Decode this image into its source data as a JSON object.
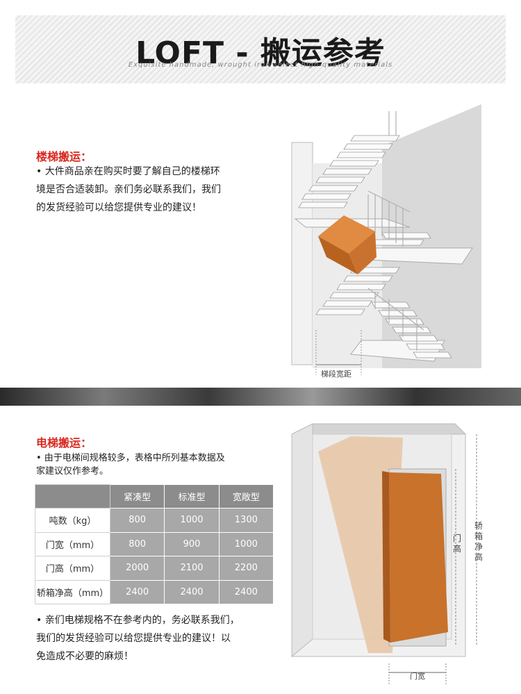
{
  "header": {
    "title": "LOFT - 搬运参考",
    "subtitle": "Exquisite handmade, wrought iron select high-quality materials"
  },
  "stairs": {
    "heading": "楼梯搬运：",
    "lines": [
      "• 大件商品亲在购买时要了解自己的楼梯环",
      "境是否合适装卸。亲们务必联系我们，我们",
      "的发货经验可以给您提供专业的建议！"
    ],
    "dimension_label": "梯段宽距"
  },
  "elevator": {
    "heading": "电梯搬运：",
    "intro": [
      "• 由于电梯间规格较多，表格中所列基本数据及",
      "家建议仅作参考。"
    ],
    "table": {
      "columns": [
        "紧凑型",
        "标准型",
        "宽敞型"
      ],
      "rows": [
        {
          "label": "吨数（kg）",
          "values": [
            "800",
            "1000",
            "1300"
          ]
        },
        {
          "label": "门宽（mm）",
          "values": [
            "800",
            "900",
            "1000"
          ]
        },
        {
          "label": "门高（mm）",
          "values": [
            "2000",
            "2100",
            "2200"
          ]
        },
        {
          "label": "轿箱净高（mm）",
          "values": [
            "2400",
            "2400",
            "2400"
          ]
        }
      ]
    },
    "note": [
      "• 亲们电梯规格不在参考内的，务必联系我们，",
      "我们的发货经验可以给您提供专业的建议！以",
      "免造成不必要的麻烦！"
    ],
    "labels": {
      "door_height": "门高",
      "cabin_height": "轿箱净高",
      "door_width": "门宽"
    }
  },
  "colors": {
    "accent": "#d8281e",
    "box": "#c8722c",
    "box_light": "#e3b48a"
  }
}
